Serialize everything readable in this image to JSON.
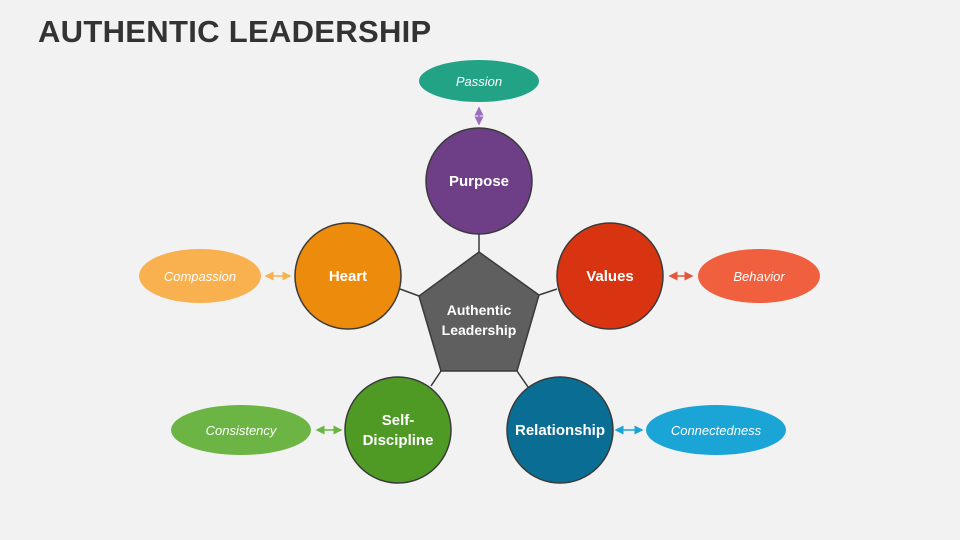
{
  "title": "AUTHENTIC LEADERSHIP",
  "center": {
    "line1": "Authentic",
    "line2": "Leadership",
    "color": "#5f5f5f"
  },
  "nodes": {
    "purpose": {
      "label": "Purpose",
      "color": "#6e3f86",
      "trait": "Passion",
      "trait_color": "#22a386"
    },
    "values": {
      "label": "Values",
      "color": "#d93411",
      "trait": "Behavior",
      "trait_color": "#f0603f"
    },
    "relationship": {
      "label": "Relationship",
      "color": "#0a6e94",
      "trait": "Connectedness",
      "trait_color": "#1ba5d6"
    },
    "self_discipline": {
      "line1": "Self-",
      "line2": "Discipline",
      "color": "#4f9a25",
      "trait": "Consistency",
      "trait_color": "#6cb544"
    },
    "heart": {
      "label": "Heart",
      "color": "#ec8b0c",
      "trait": "Compassion",
      "trait_color": "#f9b04e"
    }
  },
  "arrow_colors": {
    "purpose": "#9b6cc0",
    "values": "#e5553a",
    "relationship": "#1ba5d6",
    "self_discipline": "#6cb544",
    "heart": "#f9b04e"
  }
}
